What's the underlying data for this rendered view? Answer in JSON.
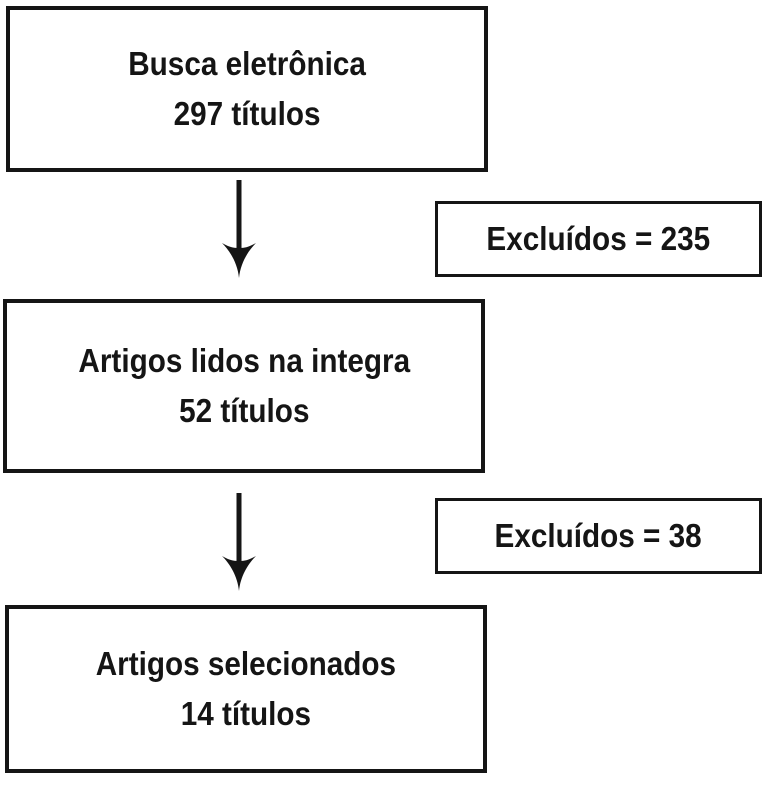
{
  "flow": {
    "steps": [
      {
        "title": "Busca eletrônica",
        "count": "297 títulos"
      },
      {
        "title": "Artigos lidos na integra",
        "count": "52 títulos"
      },
      {
        "title": "Artigos selecionados",
        "count": "14 títulos"
      }
    ],
    "exclusions": [
      {
        "label": "Excluídos = 235"
      },
      {
        "label": "Excluídos = 38"
      }
    ],
    "icons": {
      "arrow_1": "down-arrow-icon",
      "arrow_2": "down-arrow-icon"
    },
    "colors": {
      "line": "#151515",
      "text": "#151515",
      "background": "#ffffff"
    }
  }
}
